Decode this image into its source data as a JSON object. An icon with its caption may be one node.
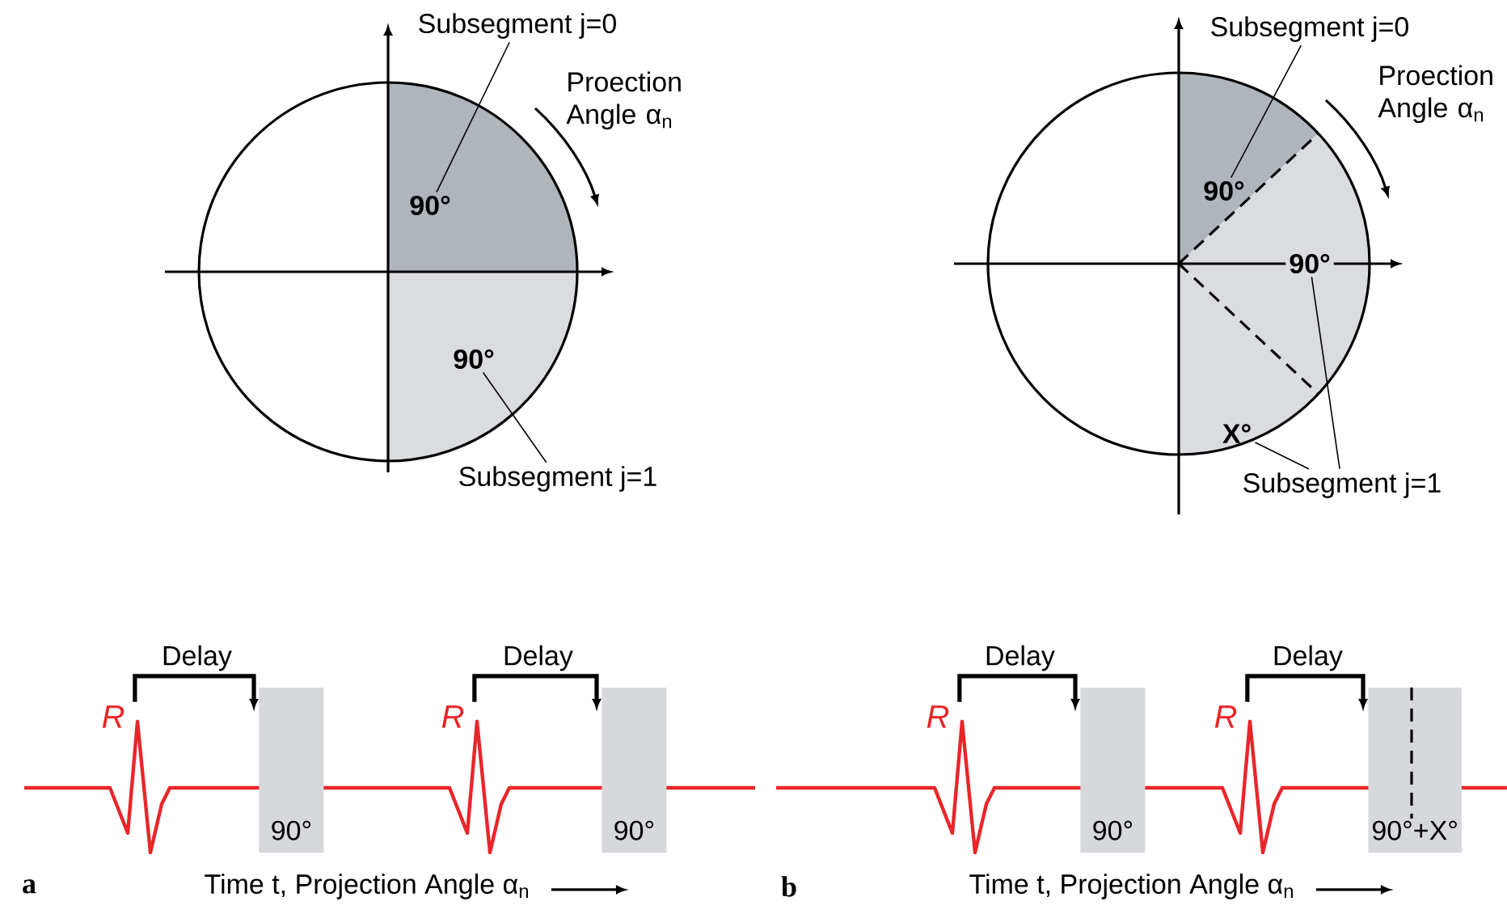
{
  "diagram": {
    "nodes": [
      {
        "text": [
          "Subsegment j=0"
        ]
      },
      {
        "text": [
          "90°"
        ]
      },
      {
        "text": [
          "90°"
        ]
      },
      {
        "text": [
          "Subsegment j=1"
        ]
      },
      {
        "text": [
          "Subsegment j=0"
        ]
      },
      {
        "text": [
          "90°"
        ]
      },
      {
        "text": [
          "90°"
        ]
      },
      {
        "text": [
          "X°"
        ]
      },
      {
        "text": [
          "Subsegment j=1"
        ]
      },
      {
        "text": [
          "R"
        ]
      },
      {
        "text": [
          "90°"
        ]
      },
      {
        "text": [
          "R"
        ]
      },
      {
        "text": [
          "90°"
        ]
      },
      {
        "text": [
          "R"
        ]
      },
      {
        "text": [
          "90°"
        ]
      },
      {
        "text": [
          "R"
        ]
      },
      {
        "text": [
          "90°+X°"
        ]
      }
    ],
    "edges": [
      {
        "from": 0,
        "to": 1,
        "arrow": "none"
      },
      {
        "from": 3,
        "to": 2,
        "arrow": "none"
      },
      {
        "from": 4,
        "to": 5,
        "arrow": "none"
      },
      {
        "from": 8,
        "to": 6,
        "arrow": "none"
      },
      {
        "from": 8,
        "to": 7,
        "arrow": "none"
      },
      {
        "from": 9,
        "to": 10,
        "arrow": "to",
        "label": "Delay",
        "style": "thick"
      },
      {
        "from": 11,
        "to": 12,
        "arrow": "to",
        "label": "Delay",
        "style": "thick"
      },
      {
        "from": 13,
        "to": 14,
        "arrow": "to",
        "label": "Delay",
        "style": "thick"
      },
      {
        "from": 15,
        "to": 16,
        "arrow": "to",
        "label": "Delay",
        "style": "thick"
      }
    ],
    "labels": [
      "Proection Angle α$_{n}$",
      "Proection Angle α$_{n}$",
      "a",
      "Time t, Projection Angle α$_{n}$",
      "b",
      "Time t, Projection Angle α$_{n}$"
    ]
  }
}
